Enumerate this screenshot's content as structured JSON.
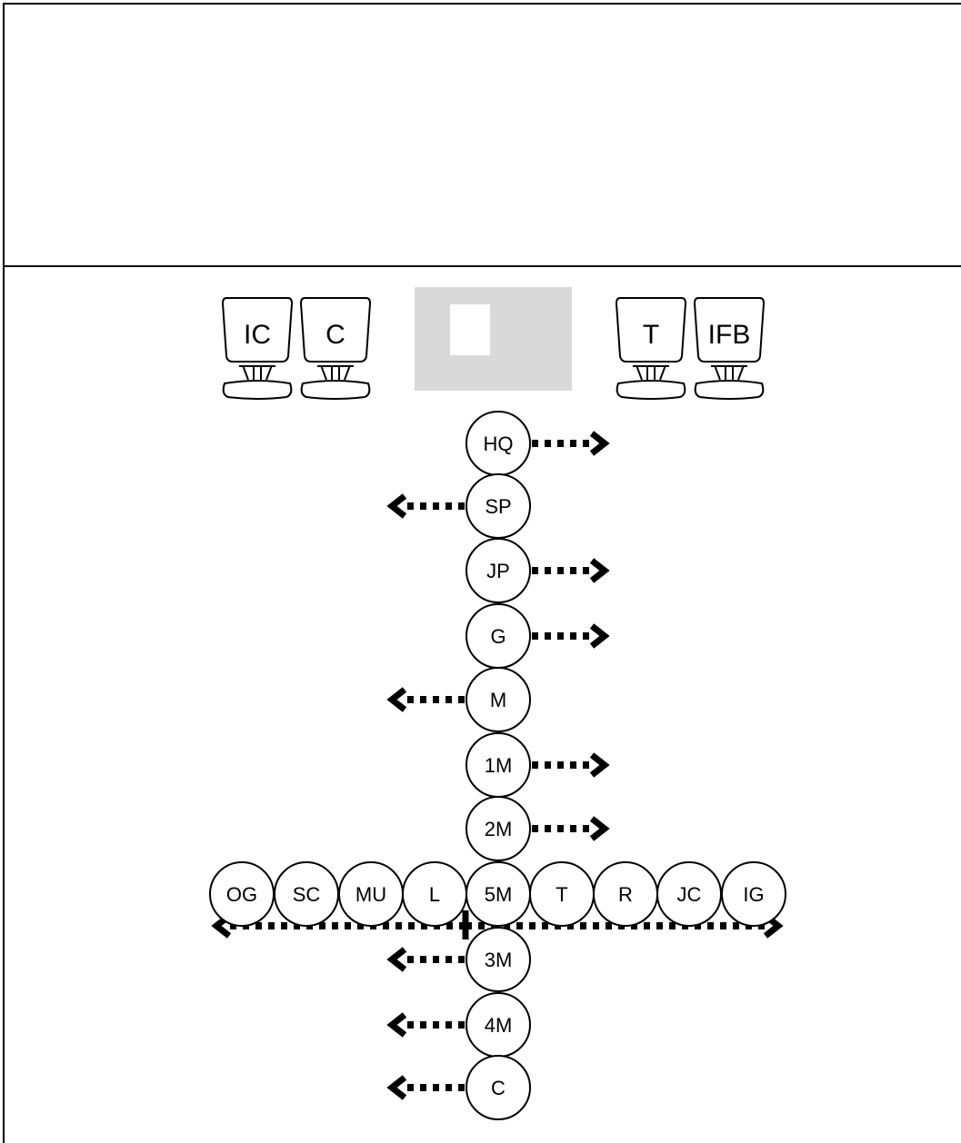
{
  "seats": {
    "left": [
      {
        "id": "seat-ic",
        "label": "IC"
      },
      {
        "id": "seat-c",
        "label": "C"
      }
    ],
    "right": [
      {
        "id": "seat-t",
        "label": "T"
      },
      {
        "id": "seat-ifb",
        "label": "IFB"
      }
    ]
  },
  "column": [
    {
      "label": "HQ",
      "arrow": "right"
    },
    {
      "label": "SP",
      "arrow": "left"
    },
    {
      "label": "JP",
      "arrow": "right"
    },
    {
      "label": "G",
      "arrow": "right"
    },
    {
      "label": "M",
      "arrow": "left"
    },
    {
      "label": "1M",
      "arrow": "right"
    },
    {
      "label": "2M",
      "arrow": "right"
    }
  ],
  "row": [
    "OG",
    "SC",
    "MU",
    "L",
    "5M",
    "T",
    "R",
    "JC",
    "IG"
  ],
  "lower_column": [
    {
      "label": "3M",
      "arrow": "left"
    },
    {
      "label": "4M",
      "arrow": "left"
    },
    {
      "label": "C",
      "arrow": "left"
    }
  ],
  "colors": {
    "stroke": "#000000",
    "podium": "#d9d9d9",
    "podium_window": "#ffffff",
    "background": "#ffffff"
  }
}
